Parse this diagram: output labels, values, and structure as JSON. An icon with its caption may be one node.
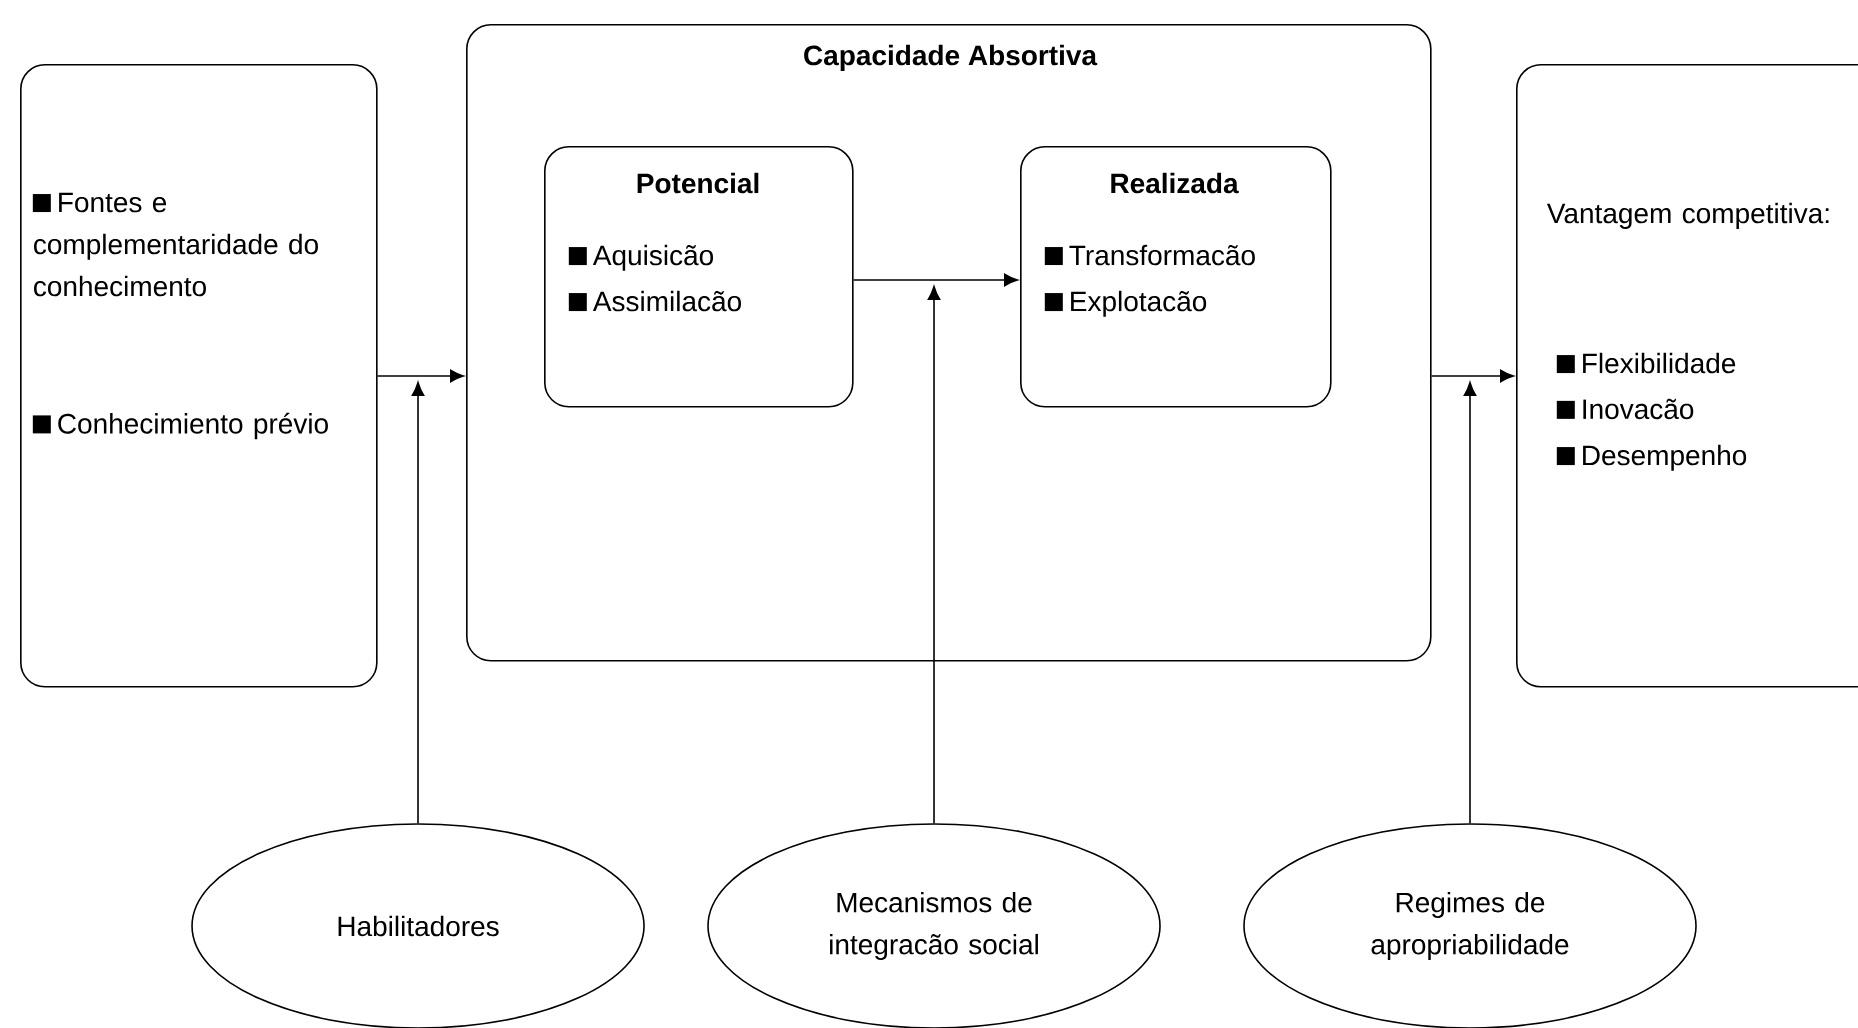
{
  "diagram": {
    "nodes": [
      {
        "text": [
          "Fontes e complementaridade do conhecimento",
          "Conhecimiento prévio"
        ]
      },
      {
        "text": [
          "Capacidade Absortiva"
        ]
      },
      {
        "text": [
          "Potencial",
          "Aquisicão",
          "Assimilacão"
        ],
        "in": 1
      },
      {
        "text": [
          "Realizada",
          "Transformacão",
          "Explotacão"
        ],
        "in": 1
      },
      {
        "text": [
          "Vantagem competitiva:",
          "Flexibilidade",
          "Inovacão",
          "Desempenho"
        ]
      },
      {
        "text": [
          "Habilitadores"
        ]
      },
      {
        "text": [
          "Mecanismos de integracão social"
        ]
      },
      {
        "text": [
          "Regimes de apropriabilidade"
        ]
      }
    ],
    "edges": [
      {
        "from": 0,
        "to": 1,
        "arrow": "to"
      },
      {
        "from": 2,
        "to": 3,
        "arrow": "to"
      },
      {
        "from": 1,
        "to": 4,
        "arrow": "to"
      },
      {
        "from": 5,
        "to": null,
        "arrow": "to"
      },
      {
        "from": 6,
        "to": null,
        "arrow": "to"
      },
      {
        "from": 7,
        "to": null,
        "arrow": "to"
      }
    ]
  }
}
